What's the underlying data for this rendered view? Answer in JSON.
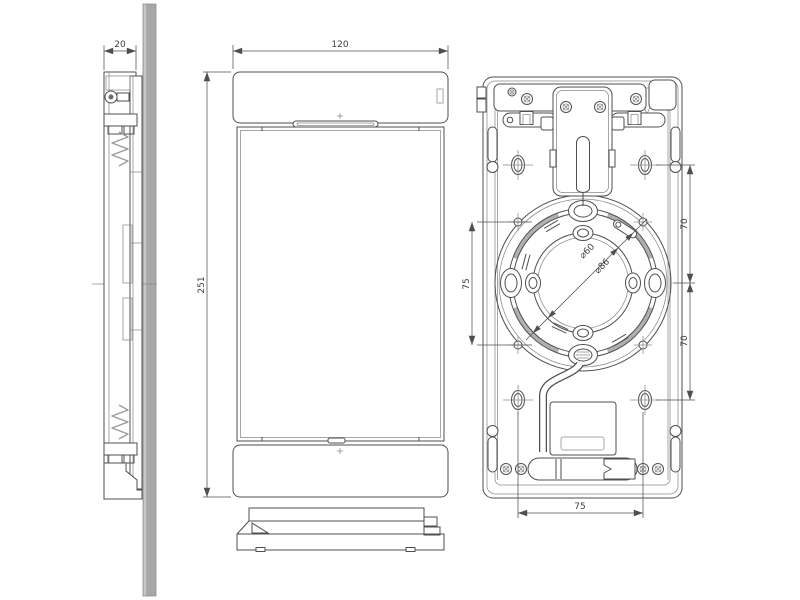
{
  "drawing": {
    "type": "technical-drawing-3-views",
    "views": {
      "side": {
        "dims": {
          "depth": "20"
        }
      },
      "front": {
        "dims": {
          "width": "120",
          "height": "251"
        }
      },
      "back": {
        "dims": {
          "left_hole_spacing": "75",
          "right_upper_spacing": "70",
          "right_lower_spacing": "70",
          "bottom_hole_spacing": "75",
          "circle_inner_dia": "⌀60",
          "circle_outer_dia": "⌀86"
        }
      }
    },
    "colors": {
      "background": "#ffffff",
      "line": "#4f4f4f",
      "light_line": "#8a8a8a",
      "dim": "#4f4f4f",
      "wall": "#a8a8a8",
      "wall_highlight": "#c8c8c8",
      "ring_fill": "#b0b0b0"
    }
  }
}
